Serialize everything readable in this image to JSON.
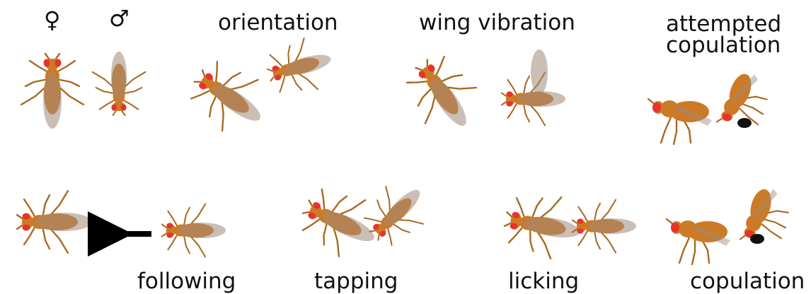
{
  "sex_symbols": {
    "female": "♀",
    "male": "♂"
  },
  "labels": {
    "orientation": "orientation",
    "wing_vibration": "wing vibration",
    "attempted_copulation_line1": "attempted",
    "attempted_copulation_line2": "copulation",
    "following": "following",
    "tapping": "tapping",
    "licking": "licking",
    "copulation": "copulation"
  },
  "colors": {
    "body": "#cc7a26",
    "legs": "#a86a22",
    "eye": "#e8332a",
    "wing": "#b29a86",
    "abdomen_tip": "#111111",
    "arrow": "#000000"
  },
  "icons": {
    "direction_arrow": "left-arrow-icon"
  }
}
